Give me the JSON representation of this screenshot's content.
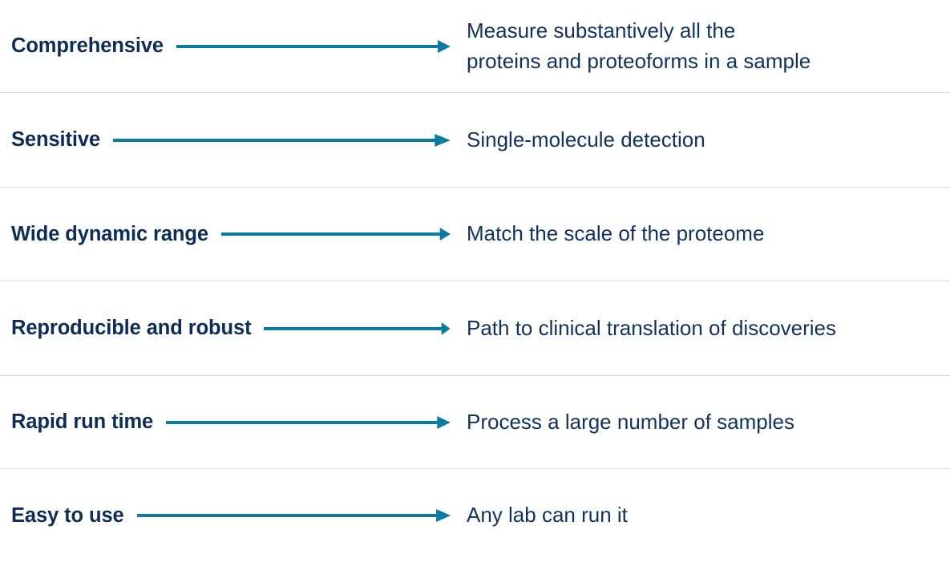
{
  "palette": {
    "label_navy": "#0d2c57",
    "description_navy": "#11325f",
    "arrow_teal": "#0b7ba2",
    "divider_grey": "#dcdcdc",
    "background": "#ffffff"
  },
  "table": {
    "rows": [
      {
        "label": "Comprehensive",
        "arrow": "arrow-right-icon",
        "description": "Measure substantively all the\nproteins and proteoforms in a sample"
      },
      {
        "label": "Sensitive",
        "arrow": "arrow-right-icon",
        "description": "Single-molecule detection"
      },
      {
        "label": "Wide dynamic range",
        "arrow": "arrow-right-icon",
        "description": "Match the scale of the proteome"
      },
      {
        "label": "Reproducible and robust",
        "arrow": "arrow-right-icon",
        "description": "Path to clinical translation of discoveries"
      },
      {
        "label": "Rapid run time",
        "arrow": "arrow-right-icon",
        "description": "Process a large number of samples"
      },
      {
        "label": "Easy to use",
        "arrow": "arrow-right-icon",
        "description": "Any lab can run it"
      }
    ]
  }
}
